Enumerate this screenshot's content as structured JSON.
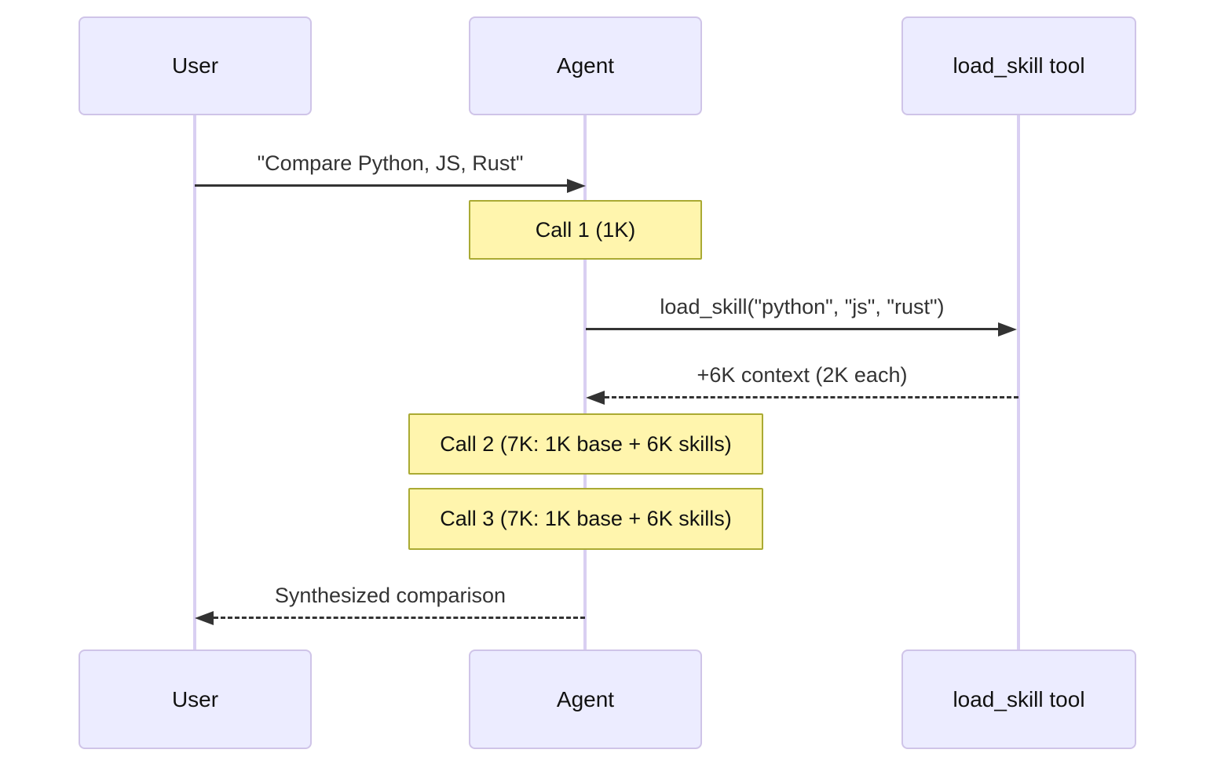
{
  "diagram": {
    "type": "sequence-diagram",
    "actors": [
      {
        "id": "user",
        "label": "User"
      },
      {
        "id": "agent",
        "label": "Agent"
      },
      {
        "id": "tool",
        "label": "load_skill tool"
      }
    ],
    "messages": [
      {
        "from": "user",
        "to": "agent",
        "style": "solid",
        "label": "\"Compare Python, JS, Rust\""
      },
      {
        "from": "agent",
        "to": "tool",
        "style": "solid",
        "label": "load_skill(\"python\", \"js\", \"rust\")"
      },
      {
        "from": "tool",
        "to": "agent",
        "style": "dashed",
        "label": "+6K context (2K each)"
      },
      {
        "from": "agent",
        "to": "user",
        "style": "dashed",
        "label": "Synthesized comparison"
      }
    ],
    "notes": [
      {
        "over": "agent",
        "label": "Call 1 (1K)"
      },
      {
        "over": "agent",
        "label": "Call 2 (7K: 1K base + 6K skills)"
      },
      {
        "over": "agent",
        "label": "Call 3 (7K: 1K base + 6K skills)"
      }
    ],
    "colors": {
      "background": "#FFFFFF",
      "actor_fill": "#ECECFF",
      "actor_border": "#CFC4E8",
      "lifeline": "#D9CFF2",
      "note_fill": "#FFF5AD",
      "note_border": "#AAAA33",
      "arrow": "#333333",
      "text": "#111111"
    }
  }
}
